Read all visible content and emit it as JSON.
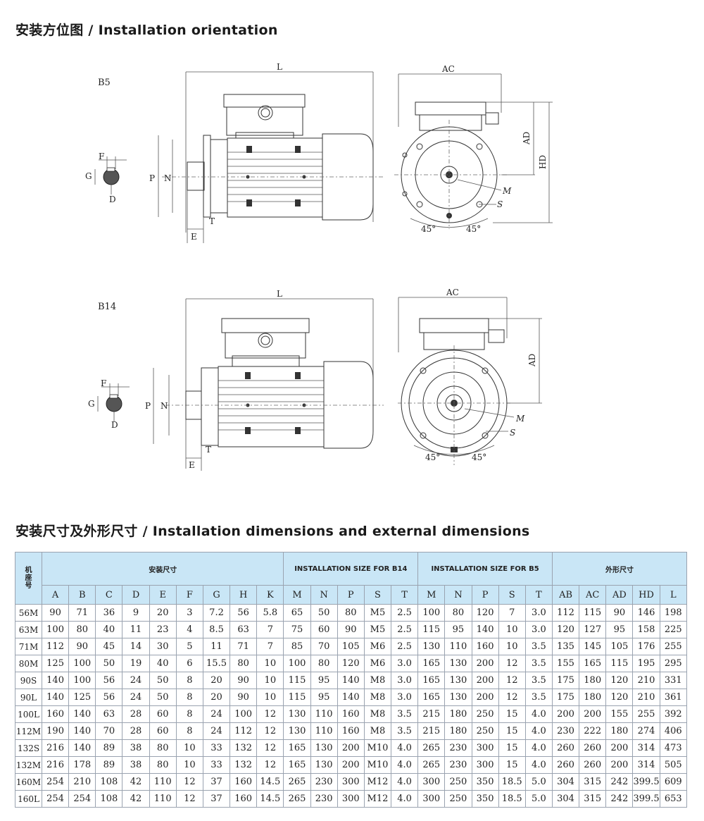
{
  "section1": {
    "title": "安装方位图 / Installation orientation"
  },
  "section2": {
    "title": "安装尺寸及外形尺寸 / Installation dimensions and external dimensions"
  },
  "drawings": {
    "b5": {
      "name": "B5",
      "labels": {
        "L": "L",
        "AC": "AC",
        "AD": "AD",
        "HD": "HD",
        "F": "F",
        "G": "G",
        "D": "D",
        "P": "P",
        "N": "N",
        "T": "T",
        "E": "E",
        "M": "M",
        "S": "S",
        "angle1": "45°",
        "angle2": "45°"
      }
    },
    "b14": {
      "name": "B14",
      "labels": {
        "L": "L",
        "AC": "AC",
        "AD": "AD",
        "F": "F",
        "G": "G",
        "D": "D",
        "P": "P",
        "N": "N",
        "T": "T",
        "E": "E",
        "M": "M",
        "S": "S",
        "angle1": "45°",
        "angle2": "45°"
      }
    }
  },
  "table": {
    "frame_header": [
      "机",
      "座",
      "号"
    ],
    "groups": [
      {
        "label": "安装尺寸",
        "span": 9
      },
      {
        "label": "INSTALLATION SIZE FOR B14",
        "span": 5
      },
      {
        "label": "INSTALLATION SIZE FOR B5",
        "span": 5
      },
      {
        "label": "外形尺寸",
        "span": 5
      }
    ],
    "columns": [
      "A",
      "B",
      "C",
      "D",
      "E",
      "F",
      "G",
      "H",
      "K",
      "M",
      "N",
      "P",
      "S",
      "T",
      "M",
      "N",
      "P",
      "S",
      "T",
      "AB",
      "AC",
      "AD",
      "HD",
      "L"
    ],
    "rows": [
      [
        "56M",
        "90",
        "71",
        "36",
        "9",
        "20",
        "3",
        "7.2",
        "56",
        "5.8",
        "65",
        "50",
        "80",
        "M5",
        "2.5",
        "100",
        "80",
        "120",
        "7",
        "3.0",
        "112",
        "115",
        "90",
        "146",
        "198"
      ],
      [
        "63M",
        "100",
        "80",
        "40",
        "11",
        "23",
        "4",
        "8.5",
        "63",
        "7",
        "75",
        "60",
        "90",
        "M5",
        "2.5",
        "115",
        "95",
        "140",
        "10",
        "3.0",
        "120",
        "127",
        "95",
        "158",
        "225"
      ],
      [
        "71M",
        "112",
        "90",
        "45",
        "14",
        "30",
        "5",
        "11",
        "71",
        "7",
        "85",
        "70",
        "105",
        "M6",
        "2.5",
        "130",
        "110",
        "160",
        "10",
        "3.5",
        "135",
        "145",
        "105",
        "176",
        "255"
      ],
      [
        "80M",
        "125",
        "100",
        "50",
        "19",
        "40",
        "6",
        "15.5",
        "80",
        "10",
        "100",
        "80",
        "120",
        "M6",
        "3.0",
        "165",
        "130",
        "200",
        "12",
        "3.5",
        "155",
        "165",
        "115",
        "195",
        "295"
      ],
      [
        "90S",
        "140",
        "100",
        "56",
        "24",
        "50",
        "8",
        "20",
        "90",
        "10",
        "115",
        "95",
        "140",
        "M8",
        "3.0",
        "165",
        "130",
        "200",
        "12",
        "3.5",
        "175",
        "180",
        "120",
        "210",
        "331"
      ],
      [
        "90L",
        "140",
        "125",
        "56",
        "24",
        "50",
        "8",
        "20",
        "90",
        "10",
        "115",
        "95",
        "140",
        "M8",
        "3.0",
        "165",
        "130",
        "200",
        "12",
        "3.5",
        "175",
        "180",
        "120",
        "210",
        "361"
      ],
      [
        "100L",
        "160",
        "140",
        "63",
        "28",
        "60",
        "8",
        "24",
        "100",
        "12",
        "130",
        "110",
        "160",
        "M8",
        "3.5",
        "215",
        "180",
        "250",
        "15",
        "4.0",
        "200",
        "200",
        "155",
        "255",
        "392"
      ],
      [
        "112M",
        "190",
        "140",
        "70",
        "28",
        "60",
        "8",
        "24",
        "112",
        "12",
        "130",
        "110",
        "160",
        "M8",
        "3.5",
        "215",
        "180",
        "250",
        "15",
        "4.0",
        "230",
        "222",
        "180",
        "274",
        "406"
      ],
      [
        "132S",
        "216",
        "140",
        "89",
        "38",
        "80",
        "10",
        "33",
        "132",
        "12",
        "165",
        "130",
        "200",
        "M10",
        "4.0",
        "265",
        "230",
        "300",
        "15",
        "4.0",
        "260",
        "260",
        "200",
        "314",
        "473"
      ],
      [
        "132M",
        "216",
        "178",
        "89",
        "38",
        "80",
        "10",
        "33",
        "132",
        "12",
        "165",
        "130",
        "200",
        "M10",
        "4.0",
        "265",
        "230",
        "300",
        "15",
        "4.0",
        "260",
        "260",
        "200",
        "314",
        "505"
      ],
      [
        "160M",
        "254",
        "210",
        "108",
        "42",
        "110",
        "12",
        "37",
        "160",
        "14.5",
        "265",
        "230",
        "300",
        "M12",
        "4.0",
        "300",
        "250",
        "350",
        "18.5",
        "5.0",
        "304",
        "315",
        "242",
        "399.5",
        "609"
      ],
      [
        "160L",
        "254",
        "254",
        "108",
        "42",
        "110",
        "12",
        "37",
        "160",
        "14.5",
        "265",
        "230",
        "300",
        "M12",
        "4.0",
        "300",
        "250",
        "350",
        "18.5",
        "5.0",
        "304",
        "315",
        "242",
        "399.5",
        "653"
      ]
    ]
  }
}
